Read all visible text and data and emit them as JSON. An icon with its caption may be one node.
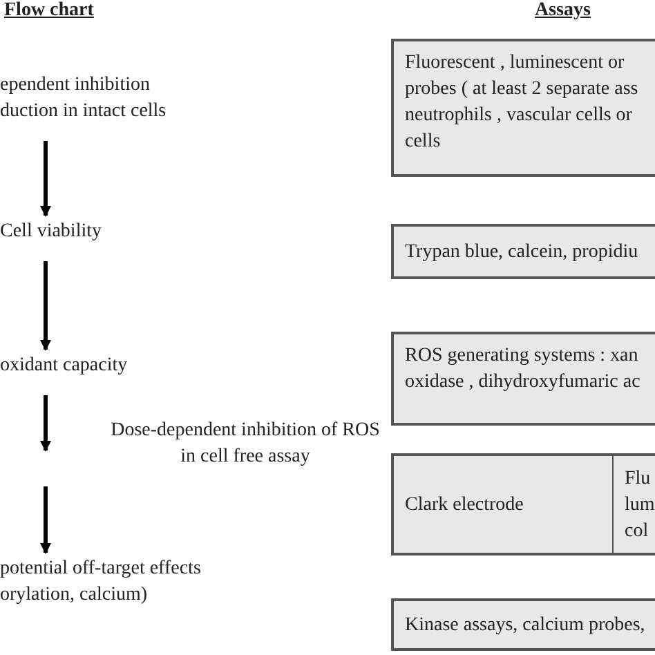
{
  "diagram": {
    "nodes": [
      {
        "text": [
          "ependent inhibition duction in intact cells"
        ]
      },
      {
        "text": [
          "Cell viability"
        ]
      },
      {
        "text": [
          "oxidant capacity"
        ]
      },
      {
        "text": [
          "Dose-dependent inhibition of ROS in cell free assay"
        ]
      },
      {
        "text": [
          "potential off-target effects orylation, calcium)"
        ]
      },
      {
        "text": [
          "Fluorescent , luminescent or probes ( at least 2 separate ass neutrophils , vascular cells or cells"
        ]
      },
      {
        "text": [
          "Trypan blue, calcein, propidiu"
        ]
      },
      {
        "text": [
          "ROS generating systems : xan oxidase , dihydroxyfumaric ac"
        ]
      },
      {
        "text": [
          "Clark electrode"
        ]
      },
      {
        "text": [
          "Flu lum col"
        ]
      },
      {
        "text": [
          "Kinase assays, calcium probes,"
        ]
      }
    ],
    "edges": [
      {
        "from": 0,
        "to": 1,
        "arrow": "to"
      },
      {
        "from": 1,
        "to": 2,
        "arrow": "to"
      },
      {
        "from": 2,
        "to": 3,
        "arrow": "to"
      },
      {
        "from": 3,
        "to": 4,
        "arrow": "to"
      }
    ],
    "labels": [
      "Flow chart",
      "Assays"
    ]
  }
}
